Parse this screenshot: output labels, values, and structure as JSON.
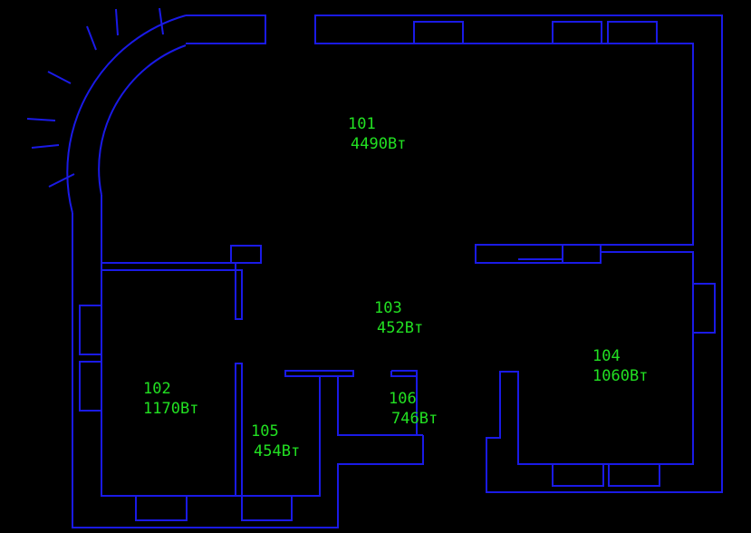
{
  "colors": {
    "background": "#000000",
    "walls": "#1a1ae6",
    "labels": "#22e022"
  },
  "rooms": [
    {
      "id": "101",
      "load": "4490Вт"
    },
    {
      "id": "102",
      "load": "1170Вт"
    },
    {
      "id": "103",
      "load": "452Вт"
    },
    {
      "id": "104",
      "load": "1060Вт"
    },
    {
      "id": "105",
      "load": "454Вт"
    },
    {
      "id": "106",
      "load": "746Вт"
    }
  ]
}
